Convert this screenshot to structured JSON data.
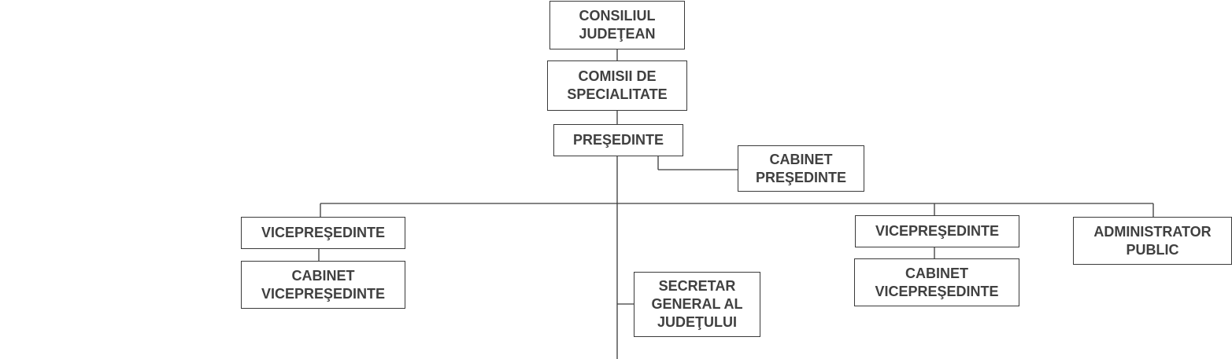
{
  "colors": {
    "line": "#3a3a3a",
    "text": "#404040",
    "box_fill": "#ffffff"
  },
  "chart": {
    "consiliul": [
      "CONSILIUL",
      "JUDEŢEAN"
    ],
    "comisii": [
      "COMISII DE",
      "SPECIALITATE"
    ],
    "presedinte": [
      "PREŞEDINTE"
    ],
    "cabinet_presedinte": [
      "CABINET",
      "PREŞEDINTE"
    ],
    "vicepresedinte_left": [
      "VICEPREŞEDINTE"
    ],
    "cabinet_vicepresedinte_left": [
      "CABINET",
      "VICEPREŞEDINTE"
    ],
    "secretar": [
      "SECRETAR",
      "GENERAL AL",
      "JUDEŢULUI"
    ],
    "vicepresedinte_right": [
      "VICEPREŞEDINTE"
    ],
    "cabinet_vicepresedinte_right": [
      "CABINET",
      "VICEPREŞEDINTE"
    ],
    "administrator": [
      "ADMINISTRATOR",
      "PUBLIC"
    ]
  }
}
